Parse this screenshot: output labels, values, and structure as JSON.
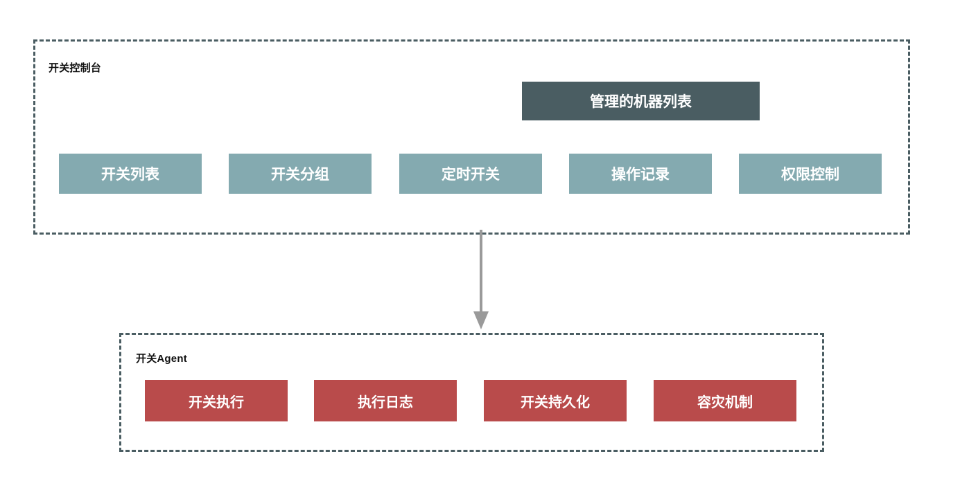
{
  "diagram": {
    "title_console": "开关控制台",
    "title_agent": "开关Agent",
    "header_block": {
      "label": "管理的机器列表",
      "color": "#4a5d62"
    },
    "console_blocks": [
      {
        "label": "开关列表",
        "color": "#84aab0"
      },
      {
        "label": "开关分组",
        "color": "#84aab0"
      },
      {
        "label": "定时开关",
        "color": "#84aab0"
      },
      {
        "label": "操作记录",
        "color": "#84aab0"
      },
      {
        "label": "权限控制",
        "color": "#84aab0"
      }
    ],
    "agent_blocks": [
      {
        "label": "开关执行",
        "color": "#b94b4b"
      },
      {
        "label": "执行日志",
        "color": "#b94b4b"
      },
      {
        "label": "开关持久化",
        "color": "#b94b4b"
      },
      {
        "label": "容灾机制",
        "color": "#b94b4b"
      }
    ],
    "connector": {
      "direction": "down",
      "color": "#9a9a9a",
      "from": "开关控制台",
      "to": "开关Agent"
    },
    "border_color": "#4a5d62",
    "background": "#ffffff"
  }
}
